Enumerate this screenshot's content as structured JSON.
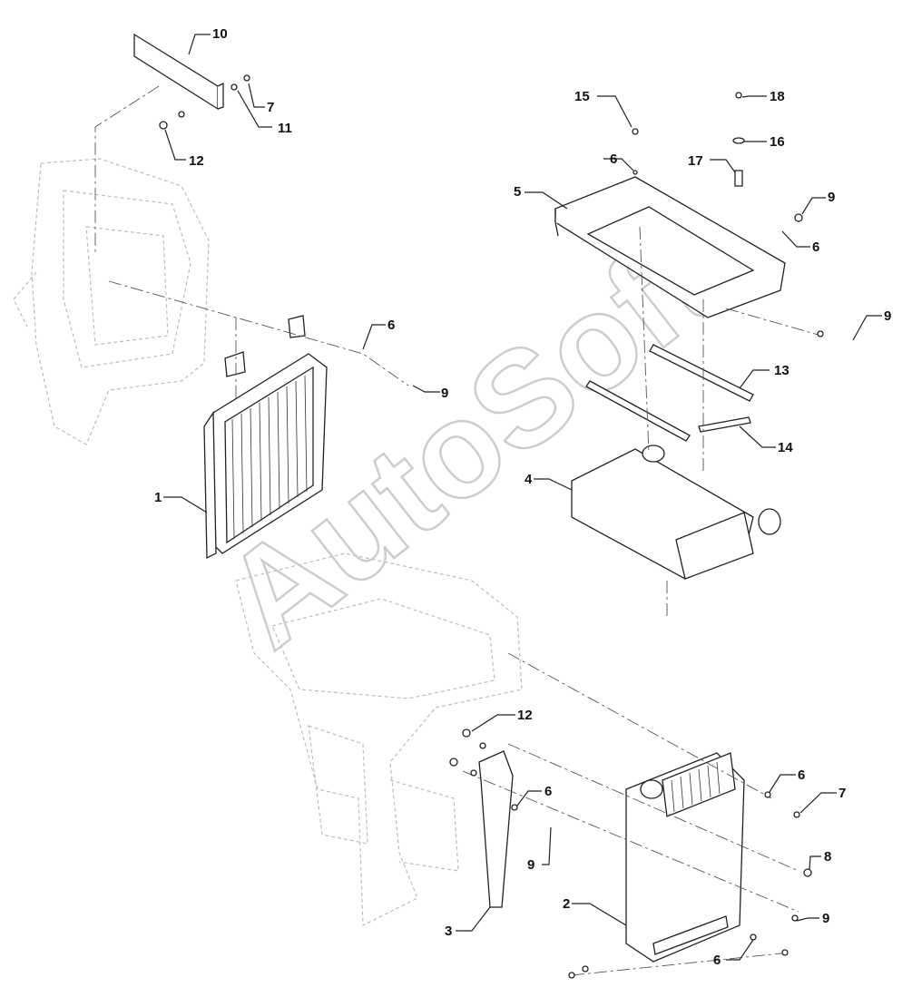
{
  "watermark": "AutoSoft",
  "callouts": [
    {
      "id": "c10a",
      "label": "10"
    },
    {
      "id": "c7a",
      "label": "7"
    },
    {
      "id": "c11",
      "label": "11"
    },
    {
      "id": "c12a",
      "label": "12"
    },
    {
      "id": "c15",
      "label": "15"
    },
    {
      "id": "c18",
      "label": "18"
    },
    {
      "id": "c16",
      "label": "16"
    },
    {
      "id": "c6a",
      "label": "6"
    },
    {
      "id": "c17",
      "label": "17"
    },
    {
      "id": "c5",
      "label": "5"
    },
    {
      "id": "c9a",
      "label": "9"
    },
    {
      "id": "c6b",
      "label": "6"
    },
    {
      "id": "c9b",
      "label": "9"
    },
    {
      "id": "c6c",
      "label": "6"
    },
    {
      "id": "c13",
      "label": "13"
    },
    {
      "id": "c9c",
      "label": "9"
    },
    {
      "id": "c14",
      "label": "14"
    },
    {
      "id": "c1",
      "label": "1"
    },
    {
      "id": "c4",
      "label": "4"
    },
    {
      "id": "c12b",
      "label": "12"
    },
    {
      "id": "c6d",
      "label": "6"
    },
    {
      "id": "c6e",
      "label": "6"
    },
    {
      "id": "c7b",
      "label": "7"
    },
    {
      "id": "c9d",
      "label": "9"
    },
    {
      "id": "c8",
      "label": "8"
    },
    {
      "id": "c2",
      "label": "2"
    },
    {
      "id": "c9e",
      "label": "9"
    },
    {
      "id": "c3",
      "label": "3"
    },
    {
      "id": "c6f",
      "label": "6"
    }
  ]
}
